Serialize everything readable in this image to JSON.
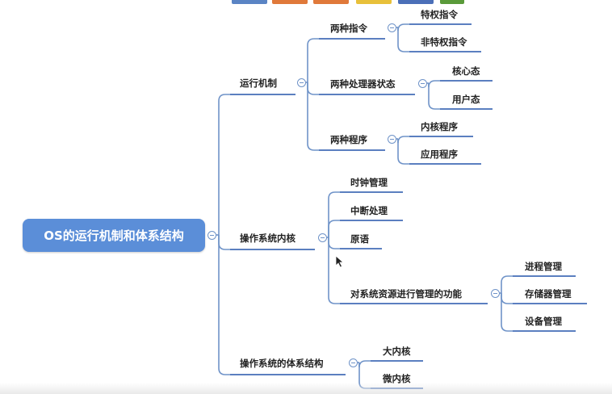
{
  "toolbar": {
    "swatches": [
      "#5a84c4",
      "#e0793a",
      "#e0793a",
      "#e8c03a",
      "#4b6fb8",
      "#5a9a3a"
    ]
  },
  "mindmap": {
    "root": "OS的运行机制和体系结构",
    "branch_runtime": {
      "label": "运行机制",
      "instructions": {
        "label": "两种指令",
        "items": [
          "特权指令",
          "非特权指令"
        ]
      },
      "processor_states": {
        "label": "两种处理器状态",
        "items": [
          "核心态",
          "用户态"
        ]
      },
      "programs": {
        "label": "两种程序",
        "items": [
          "内核程序",
          "应用程序"
        ]
      }
    },
    "branch_kernel": {
      "label": "操作系统内核",
      "clock": "时钟管理",
      "interrupt": "中断处理",
      "primitive": "原语",
      "resource_mgmt": {
        "label": "对系统资源进行管理的功能",
        "items": [
          "进程管理",
          "存储器管理",
          "设备管理"
        ]
      }
    },
    "branch_arch": {
      "label": "操作系统的体系结构",
      "items": [
        "大内核",
        "微内核"
      ]
    }
  },
  "colors": {
    "root_fill": "#5b8ed8",
    "connector": "#6f93c8",
    "underline": "#5b7fc0"
  }
}
